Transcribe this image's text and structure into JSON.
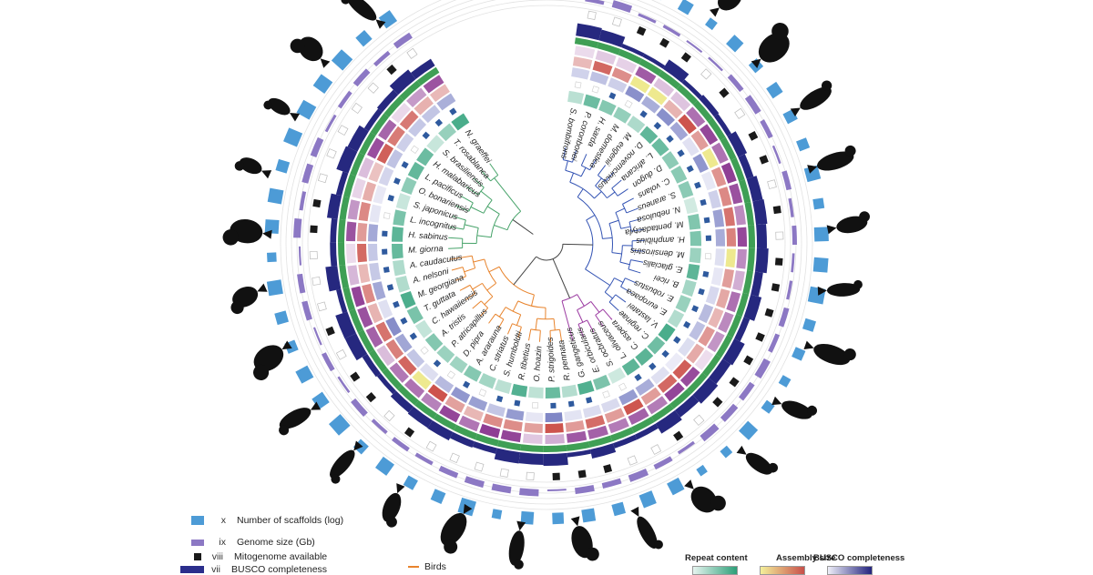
{
  "species": {
    "fish": [
      "M. giorna",
      "H. sabinus",
      "L. incognitus",
      "S. japonicus",
      "O. bonariensis",
      "L. pacificus",
      "H. malabaricus",
      "S. brasiliensis",
      "T. rosablanca",
      "N. graeffei"
    ],
    "birds": [
      "A. caudacutus",
      "A. nelsoni",
      "M. georgiana",
      "T. guttata",
      "C. hawaiiensis",
      "A. tristis",
      "P. atricapillus",
      "D. pipra",
      "A. ararauna",
      "C. striatus",
      "S. humboldti",
      "R. tibetius",
      "O. hoazin",
      "P. strigoides",
      "R. pennata"
    ],
    "reptiles": [
      "G. gangeticus",
      "E. orbicularis",
      "S. ocbratus",
      "L. olivaceus",
      "C. aspera"
    ],
    "mammals": [
      "S. bombifrons",
      "P. coronbonei",
      "H. sarda",
      "M. domestica",
      "M. eugenii",
      "D. novemcinctus",
      "L. africana",
      "D. dugon",
      "C. volans",
      "S. araneus",
      "N. nebulosa",
      "M. pentadactyla",
      "H. amphibius",
      "M. densirostris",
      "E. glacialis",
      "B. ricei",
      "E. robustus",
      "E. europaea",
      "V. lastatei",
      "C. reginae"
    ]
  },
  "legend": {
    "ring_x": {
      "roman": "x",
      "label": "Number of scaffolds (log)",
      "color": "#4d9bd6"
    },
    "ring_ix": {
      "roman": "ix",
      "label": "Genome size (Gb)",
      "color": "#8c78c4"
    },
    "ring_viii": {
      "roman": "viii",
      "label": "Mitogenome available",
      "color": "#1a1a1a"
    },
    "ring_vii": {
      "roman": "vii",
      "label": "BUSCO completeness",
      "color": "#2b2e8c"
    }
  },
  "clade_legend": {
    "label": "Birds",
    "color": "#e8842d"
  },
  "scales": {
    "repeat": {
      "title": "Repeat content",
      "from": "#e6f4ef",
      "to": "#2c9f78"
    },
    "assembly": {
      "title": "Assembly size",
      "from": "#f4f09a",
      "to": "#c8504a"
    },
    "busco": {
      "title": "BUSCO completeness",
      "from": "#eeeef8",
      "to": "#23237e"
    }
  },
  "colors": {
    "fish": "#47a36a",
    "birds": "#e8842d",
    "reptiles": "#9b3aa1",
    "mammals": "#3454b4",
    "green_ring": "#3f9f55",
    "navy_ring": "#26287f"
  }
}
